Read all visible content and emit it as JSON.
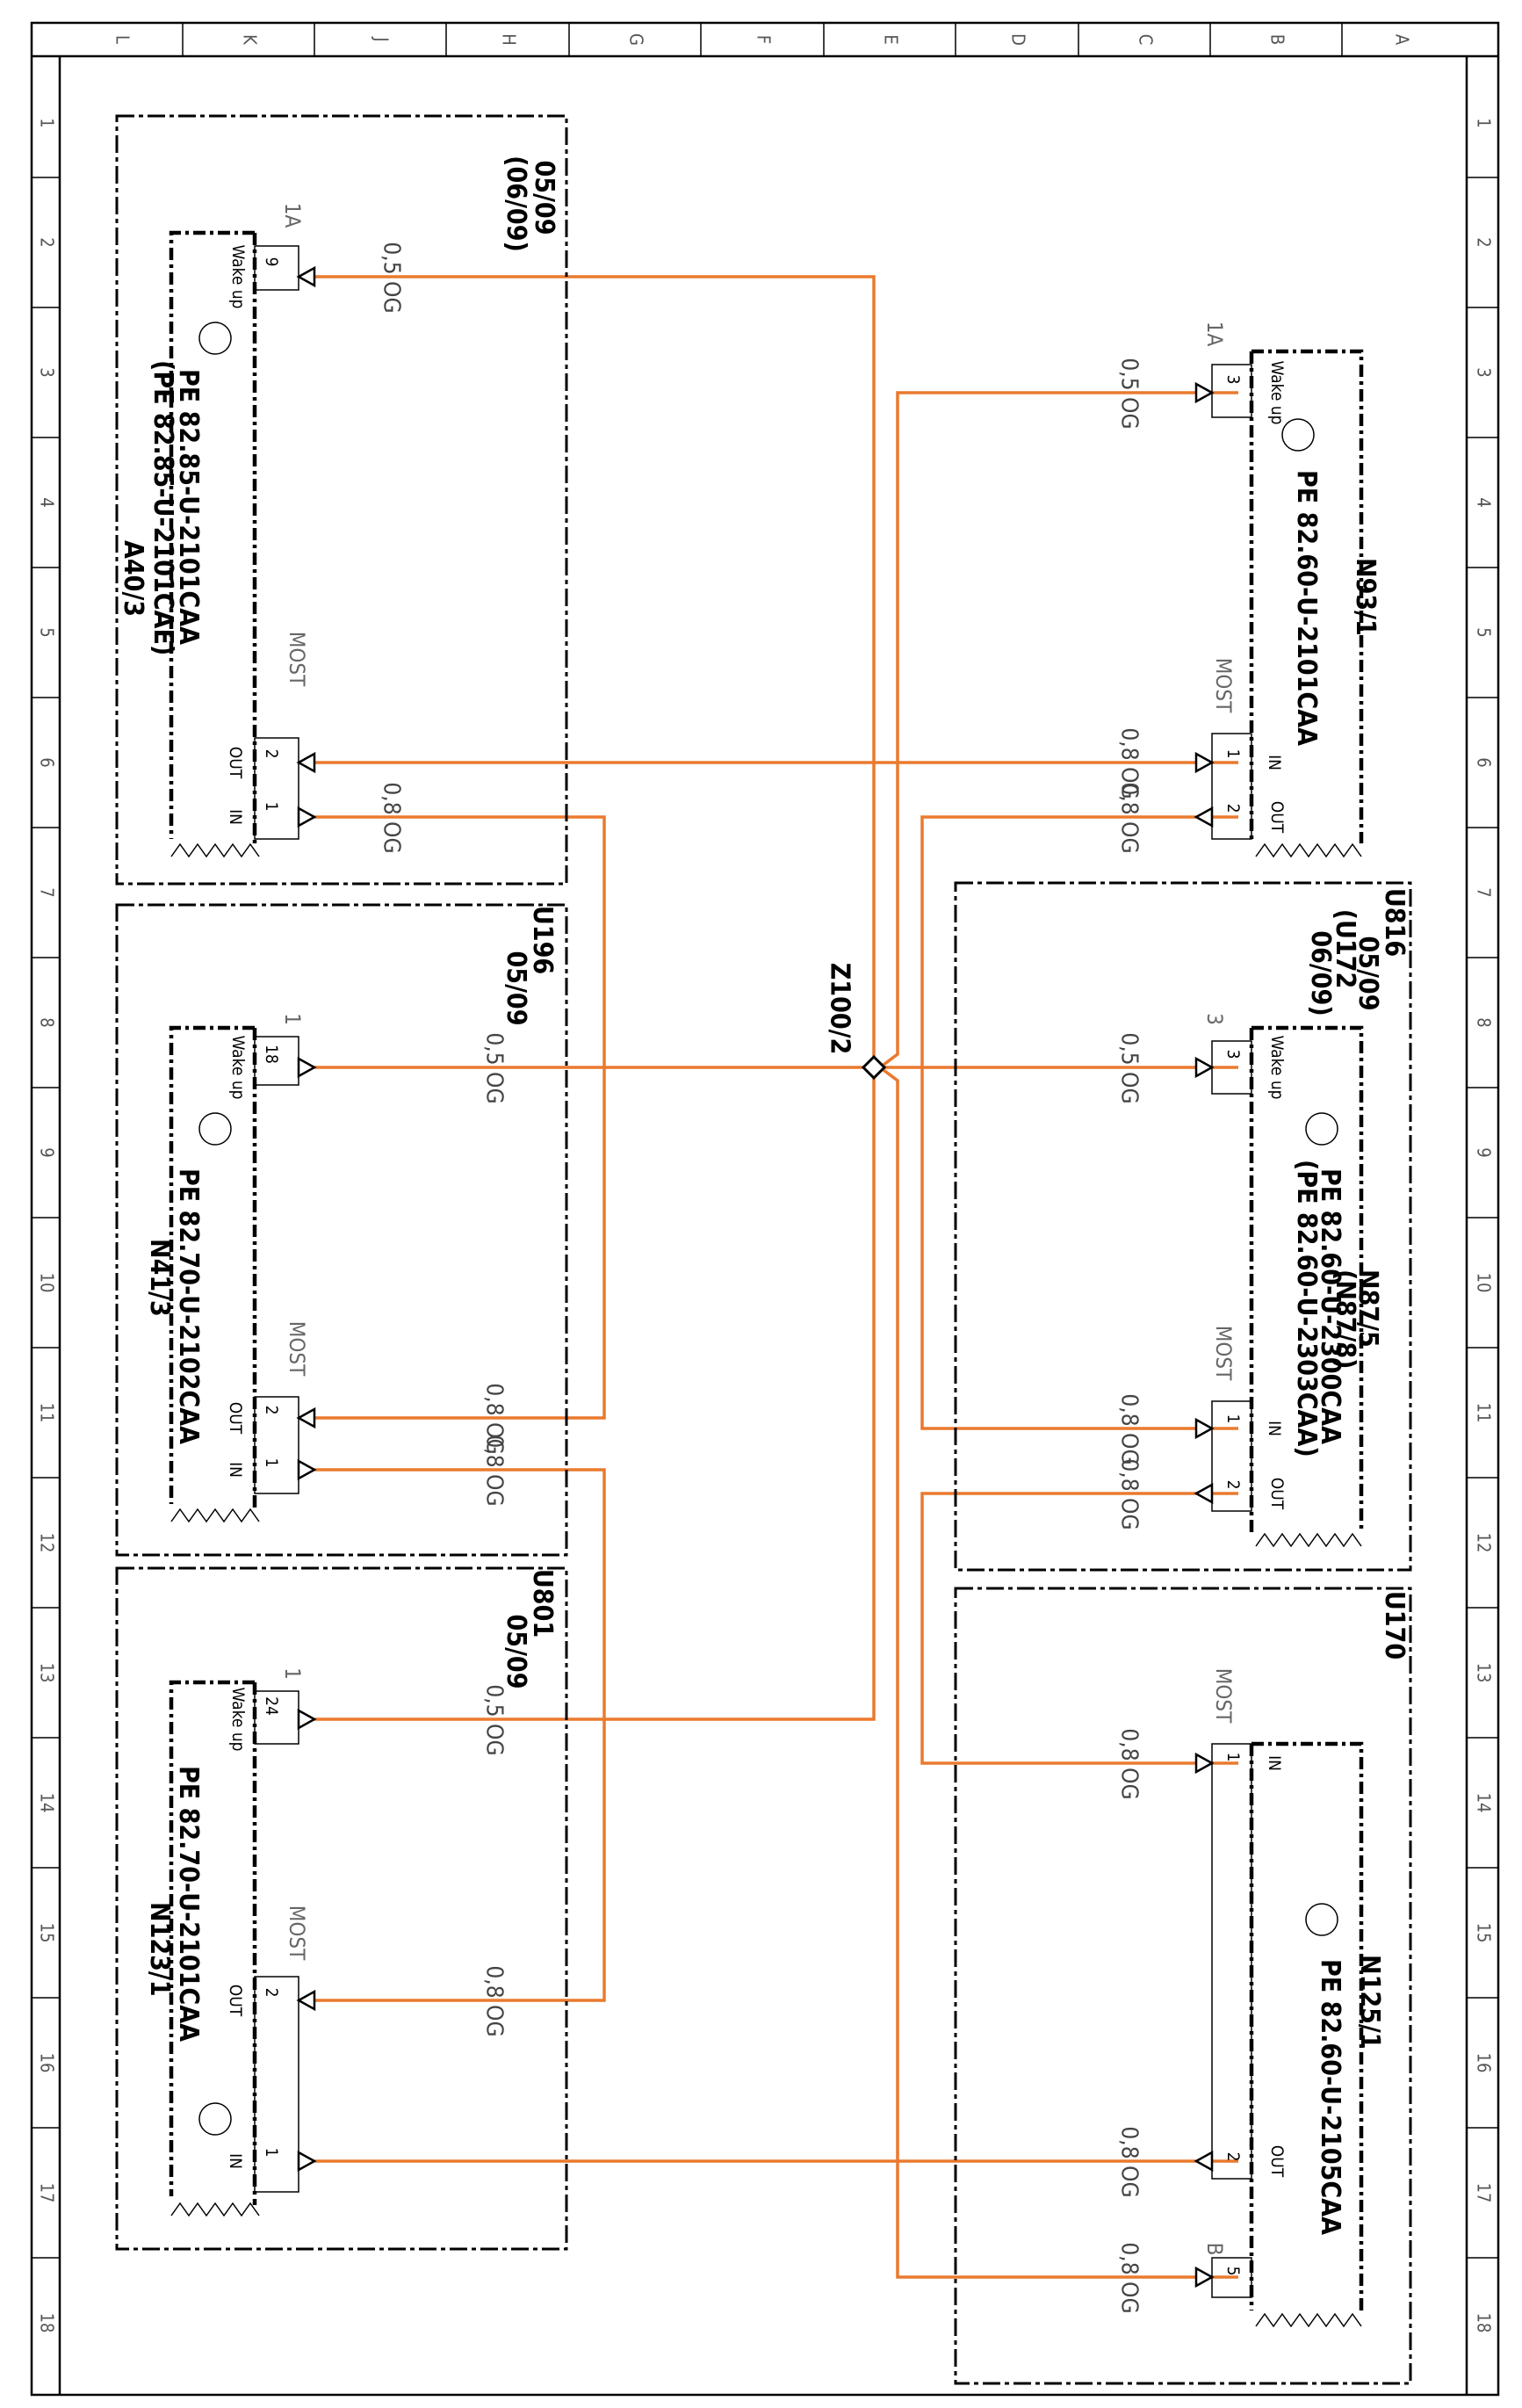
{
  "sheet": {
    "column_letters": [
      "L",
      "K",
      "J",
      "H",
      "G",
      "F",
      "E",
      "D",
      "C",
      "B",
      "A"
    ],
    "row_numbers": [
      "1",
      "2",
      "3",
      "4",
      "5",
      "6",
      "7",
      "8",
      "9",
      "10",
      "11",
      "12",
      "13",
      "14",
      "15",
      "16",
      "17",
      "18"
    ]
  },
  "splice": {
    "label": "Z100/2"
  },
  "components": {
    "a40": {
      "groups": [
        "05/09",
        "(06/09)"
      ],
      "id": "A40/3",
      "refs": [
        "PE 82.85-U-2101CAA",
        "(PE 82.85-U-2101CAE)"
      ],
      "wake_conn": "1A",
      "wake_pin": "9",
      "wake_label": "Wake up",
      "most_label": "MOST",
      "out_pin": "2",
      "out_label": "OUT",
      "in_pin": "1",
      "in_label": "IN"
    },
    "n41": {
      "unit": "U196",
      "groups": [
        "05/09"
      ],
      "id": "N41/3",
      "refs": [
        "PE 82.70-U-2102CAA"
      ],
      "wake_conn": "1",
      "wake_pin": "18",
      "wake_label": "Wake up",
      "most_label": "MOST",
      "out_pin": "2",
      "out_label": "OUT",
      "in_pin": "1",
      "in_label": "IN"
    },
    "n123": {
      "unit": "U801",
      "groups": [
        "05/09"
      ],
      "id": "N123/1",
      "refs": [
        "PE 82.70-U-2101CAA"
      ],
      "wake_conn": "1",
      "wake_pin": "24",
      "wake_label": "Wake up",
      "most_label": "MOST",
      "out_pin": "2",
      "out_label": "OUT",
      "in_pin": "1",
      "in_label": "IN"
    },
    "n93": {
      "id": "N93/1",
      "refs": [
        "PE 82.60-U-2101CAA"
      ],
      "wake_conn": "1A",
      "wake_pin": "3",
      "wake_label": "Wake up",
      "most_label": "MOST",
      "in_pin": "1",
      "in_label": "IN",
      "out_pin": "2",
      "out_label": "OUT"
    },
    "n87": {
      "unit": "U816",
      "groups": [
        "05/09",
        "(U172",
        "06/09)"
      ],
      "id": "N87/5",
      "id2": "(N87/8)",
      "refs": [
        "PE 82.60-U-2300CAA",
        "(PE 82.60-U-2303CAA)"
      ],
      "wake_conn": "3",
      "wake_pin": "3",
      "wake_label": "Wake up",
      "most_label": "MOST",
      "in_pin": "1",
      "in_label": "IN",
      "out_pin": "2",
      "out_label": "OUT"
    },
    "n125": {
      "unit": "U170",
      "id": "N125/1",
      "refs": [
        "PE 82.60-U-2105CAA"
      ],
      "most_label": "MOST",
      "in_pin": "1",
      "in_label": "IN",
      "out_pin": "2",
      "out_label": "OUT",
      "b_conn": "B",
      "b_pin": "5"
    }
  },
  "wires": {
    "w_a40_wake": "0,5 OG",
    "w_a40_in": "0,8 OG",
    "w_n41_wake": "0,5 OG",
    "w_n41_out": "0,8 OG",
    "w_n41_in": "0,8 OG",
    "w_n123_wake": "0,5 OG",
    "w_n123_out": "0,8 OG",
    "w_n93_wake": "0,5 OG",
    "w_n93_in": "0,8 OG",
    "w_n93_out": "0,8 OG",
    "w_n87_wake": "0,5 OG",
    "w_n87_in": "0,8 OG",
    "w_n87_out": "0,8 OG",
    "w_n125_in": "0,8 OG",
    "w_n125_out": "0,8 OG",
    "w_n125_b": "0,8 OG"
  },
  "colors": {
    "wire": "#ea7a2e",
    "line": "#000000"
  }
}
